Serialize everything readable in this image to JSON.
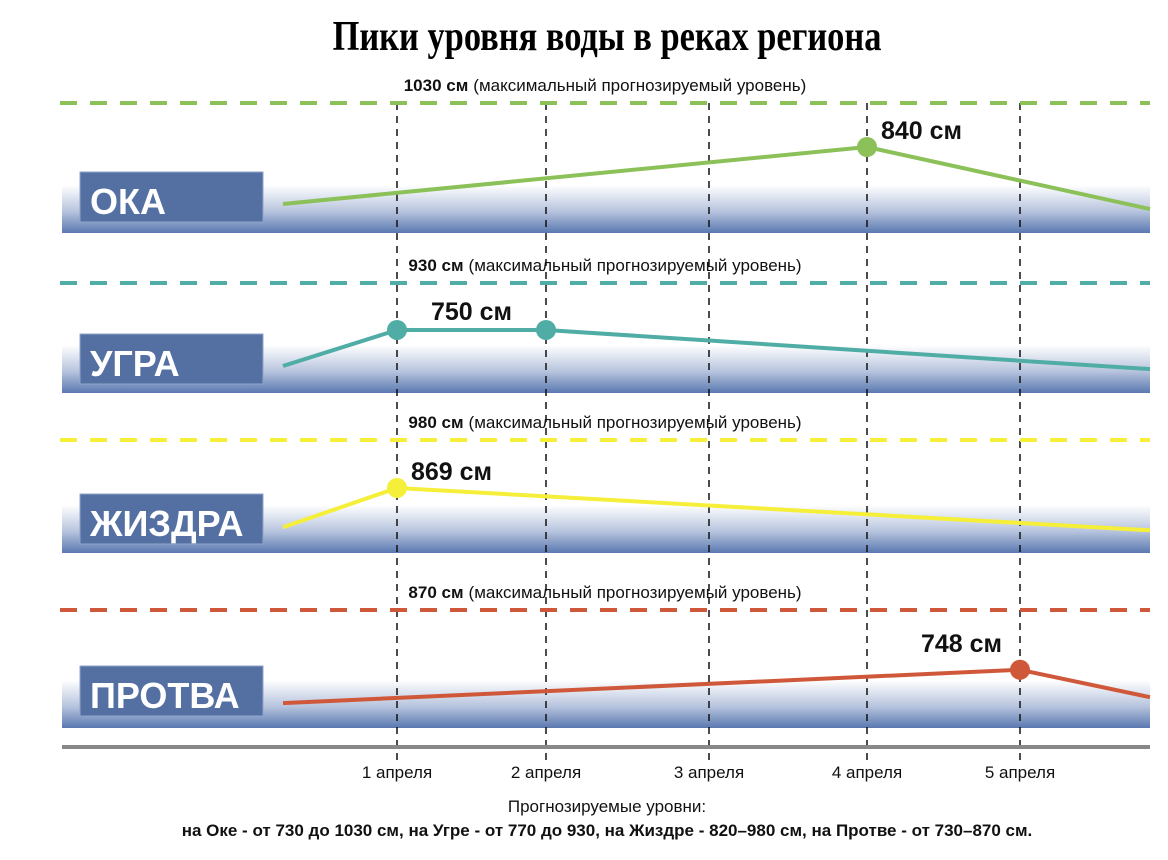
{
  "chart_data": {
    "type": "line",
    "title": "Пики уровня воды в реках региона",
    "x_ticks": [
      "1 апреля",
      "2 апреля",
      "3 апреля",
      "4 апреля",
      "5 апреля"
    ],
    "max_note": "(максимальный прогнозируемый уровень)",
    "series": [
      {
        "name": "ОКА",
        "color": "#8bc158",
        "max_label": "1030 см",
        "max": 1030,
        "points": [
          [
            0.27,
            594
          ],
          [
            4,
            840
          ],
          [
            5.83,
            572
          ]
        ],
        "peaks": [
          {
            "day": 4,
            "value": 840,
            "label": "840 см"
          }
        ]
      },
      {
        "name": "УГРА",
        "color": "#4fada5",
        "max_label": "930 см",
        "max": 930,
        "points": [
          [
            0.27,
            612
          ],
          [
            1,
            750
          ],
          [
            2,
            750
          ],
          [
            5.83,
            600
          ]
        ],
        "peaks": [
          {
            "day": 1,
            "value": 750
          },
          {
            "day": 2,
            "value": 750
          }
        ],
        "peak_label": "750 см"
      },
      {
        "name": "ЖИЗДРА",
        "color": "#f5ef3a",
        "max_label": "980 см",
        "max": 980,
        "points": [
          [
            0.27,
            778
          ],
          [
            1,
            869
          ],
          [
            5.83,
            771
          ]
        ],
        "peaks": [
          {
            "day": 1,
            "value": 869,
            "label": "869 см"
          }
        ]
      },
      {
        "name": "ПРОТВА",
        "color": "#d0583a",
        "max_label": "870 см",
        "max": 870,
        "points": [
          [
            0.27,
            680
          ],
          [
            5,
            748
          ],
          [
            5.83,
            692
          ]
        ],
        "peaks": [
          {
            "day": 5,
            "value": 748,
            "label": "748 см"
          }
        ]
      }
    ],
    "footer_title": "Прогнозируемые уровни:",
    "footer_text": "на Оке - от 730 до 1030 см, на Угре - от 770 до 930, на  Жиздре - 820–980 см, на Протве - от 730–870 см."
  }
}
